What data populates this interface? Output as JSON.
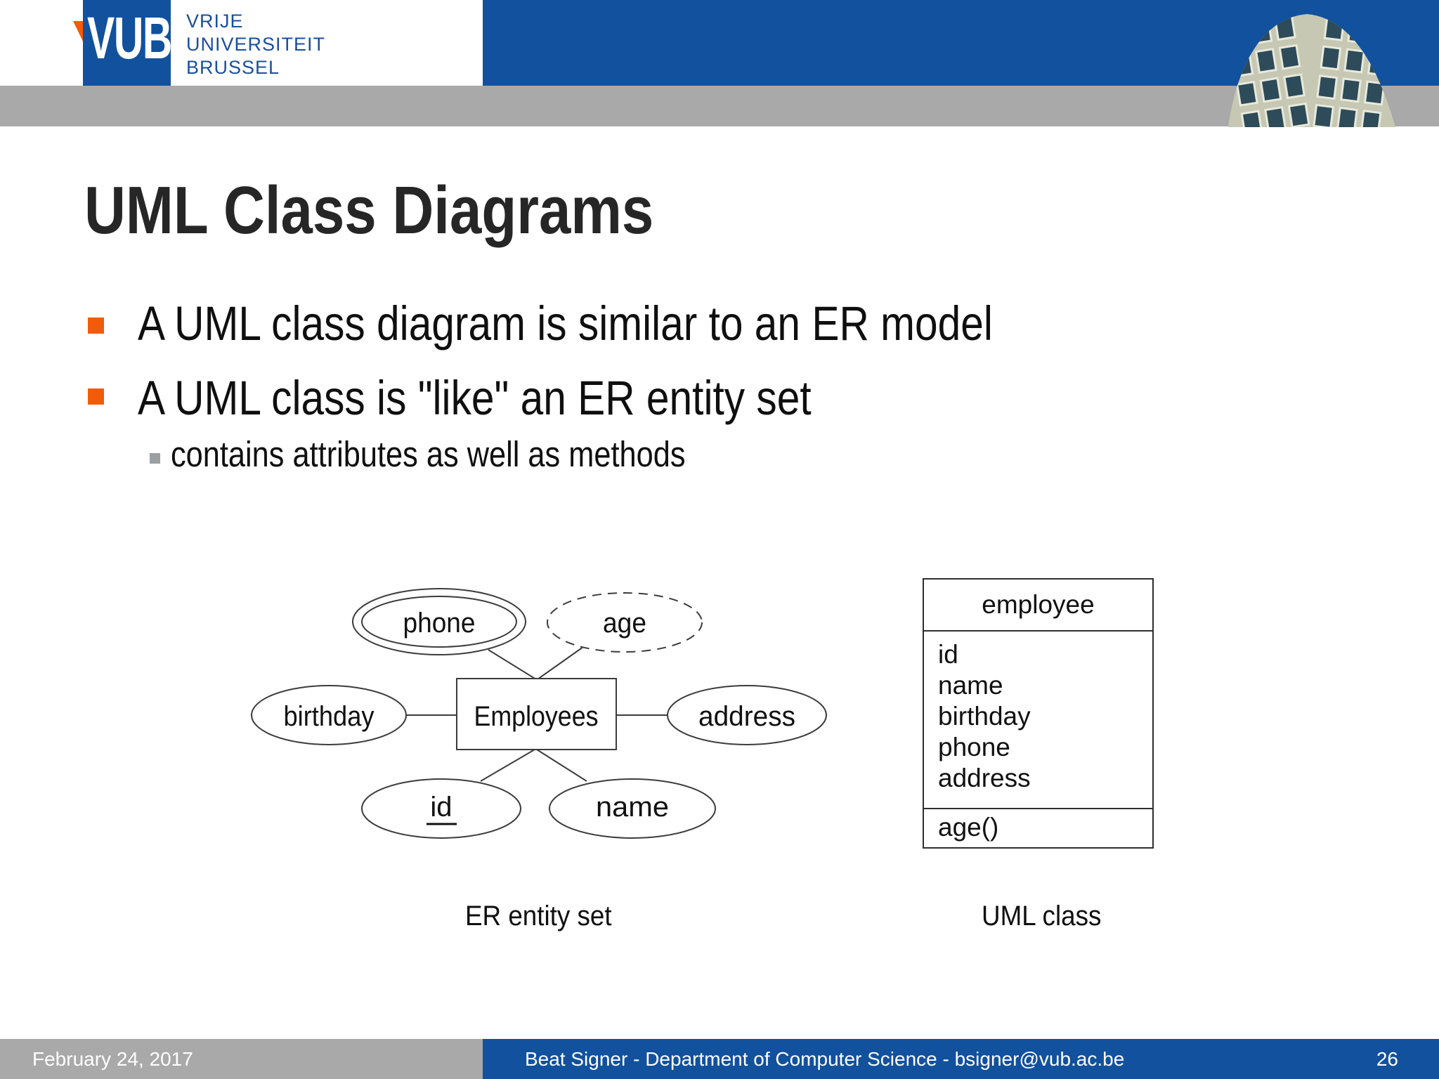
{
  "header": {
    "logo": {
      "acronym": "VUB",
      "lines": [
        "VRIJE",
        "UNIVERSITEIT",
        "BRUSSEL"
      ]
    }
  },
  "title": {
    "text": "UML Class Diagrams"
  },
  "bullets": {
    "items": [
      {
        "text": "A UML class diagram is similar to an ER model"
      },
      {
        "text": "A UML class is \"like\" an ER entity set",
        "sub": "contains attributes as well as methods"
      }
    ]
  },
  "er": {
    "entity": "Employees",
    "phone": "phone",
    "age": "age",
    "birthday": "birthday",
    "address": "address",
    "id": "id",
    "name": "name",
    "caption": "ER entity set"
  },
  "uml": {
    "name": "employee",
    "attributes": [
      "id",
      "name",
      "birthday",
      "phone",
      "address"
    ],
    "methods": [
      "age()"
    ],
    "caption": "UML class"
  },
  "footer": {
    "date": "February 24, 2017",
    "credit": "Beat Signer - Department of Computer Science - bsigner@vub.ac.be",
    "page": "26"
  },
  "colors": {
    "vub_blue": "#11519d",
    "vub_orange": "#f25b0a",
    "bar_gray": "#a9a9a9",
    "text_dark": "#262626",
    "sub_bullet_gray": "#9aa0a2"
  }
}
